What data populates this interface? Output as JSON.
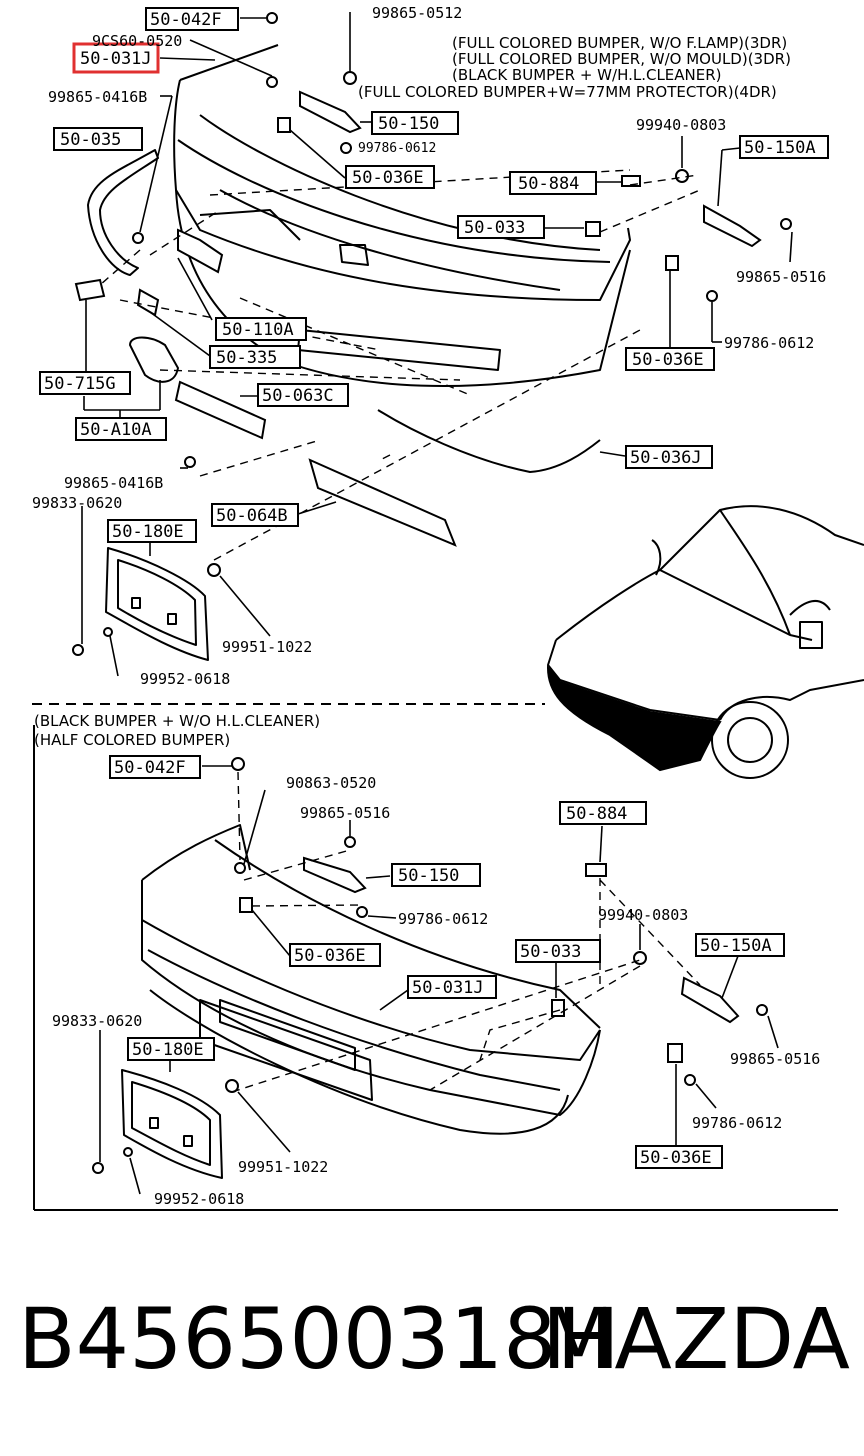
{
  "notes": {
    "upper": [
      "(FULL COLORED BUMPER, W/O F.LAMP)(3DR)",
      "(FULL COLORED BUMPER, W/O MOULD)(3DR)",
      "(BLACK BUMPER + W/H.L.CLEANER)",
      "(FULL COLORED BUMPER+W=77MM PROTECTOR)(4DR)"
    ],
    "lower": [
      "(BLACK BUMPER + W/O H.L.CLEANER)",
      "(HALF COLORED BUMPER)"
    ]
  },
  "boxed_labels": {
    "u_042F": "50-042F",
    "u_031J": "50-031J",
    "u_035": "50-035",
    "u_150": "50-150",
    "u_036E_a": "50-036E",
    "u_884": "50-884",
    "u_150A": "50-150A",
    "u_033": "50-033",
    "u_110A": "50-110A",
    "u_335": "50-335",
    "u_715G": "50-715G",
    "u_A10A": "50-A10A",
    "u_063C": "50-063C",
    "u_036E_b": "50-036E",
    "u_036J": "50-036J",
    "u_064B": "50-064B",
    "u_180E": "50-180E",
    "l_042F": "50-042F",
    "l_150": "50-150",
    "l_036E_a": "50-036E",
    "l_884": "50-884",
    "l_033": "50-033",
    "l_150A": "50-150A",
    "l_031J": "50-031J",
    "l_180E": "50-180E",
    "l_036E_b": "50-036E"
  },
  "part_numbers": {
    "u_0512": "99865-0512",
    "u_0520": "9CS60-0520",
    "u_0416B_a": "99865-0416B",
    "u_0612_a": "99786-0612",
    "u_0803": "99940-0803",
    "u_0516": "99865-0516",
    "u_0612_b": "99786-0612",
    "u_0416B_b": "99865-0416B",
    "u_0620": "99833-0620",
    "u_1022": "99951-1022",
    "u_0618": "99952-0618",
    "l_0520": "90863-0520",
    "l_0516_a": "99865-0516",
    "l_0612_a": "99786-0612",
    "l_0803": "99940-0803",
    "l_0620": "99833-0620",
    "l_0516_b": "99865-0516",
    "l_0612_b": "99786-0612",
    "l_1022": "99951-1022",
    "l_0618": "99952-0618"
  },
  "highlight_color": "#e03030",
  "footer": {
    "part_number": "B456500318H",
    "brand": "MAZDA"
  }
}
